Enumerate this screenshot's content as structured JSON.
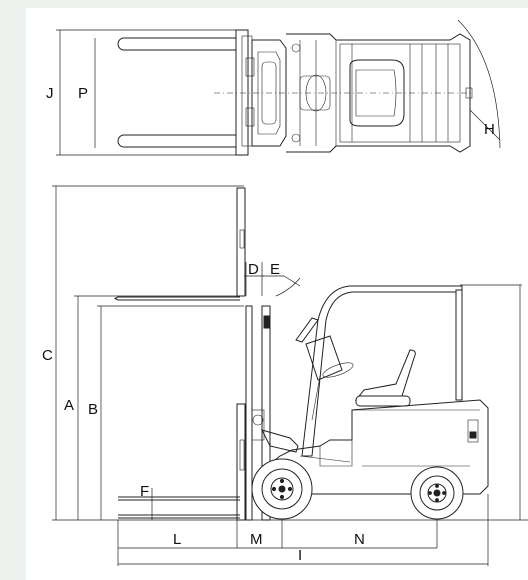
{
  "labels": {
    "J": "J",
    "P": "P",
    "H": "H",
    "C": "C",
    "A": "A",
    "B": "B",
    "D": "D",
    "E": "E",
    "F": "F",
    "L": "L",
    "M": "M",
    "N": "N",
    "I": "I"
  }
}
